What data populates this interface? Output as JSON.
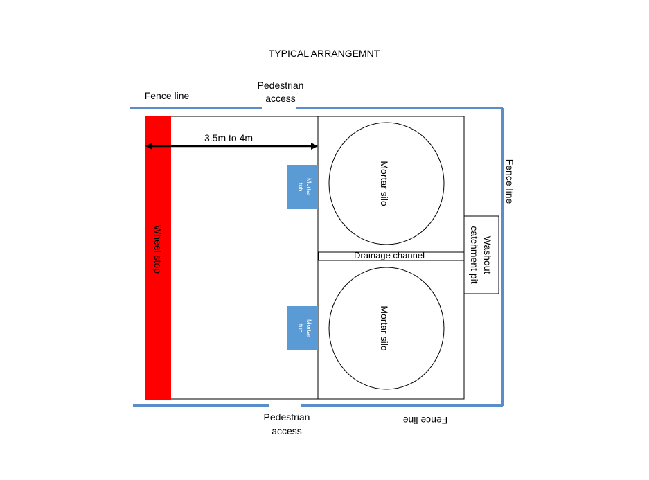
{
  "title": "TYPICAL ARRANGEMNT",
  "labels": {
    "fence_top": "Fence line",
    "fence_right": "Fence line",
    "fence_bottom": "Fence line",
    "pedestrian_top_line1": "Pedestrian",
    "pedestrian_top_line2": "access",
    "pedestrian_bottom_line1": "Pedestrian",
    "pedestrian_bottom_line2": "access",
    "dimension": "3.5m to 4m",
    "wheel_stop": "Wheel stop",
    "silo_top": "Mortar silo",
    "silo_bottom": "Mortar silo",
    "tub_top_line1": "Mortar",
    "tub_top_line2": "tub",
    "tub_bottom_line1": "Mortar",
    "tub_bottom_line2": "tub",
    "drainage": "Drainage channel",
    "washout_line1": "Washout",
    "washout_line2": "catchment pit"
  },
  "colors": {
    "fence": "#5b8ec9",
    "wheel_stop": "#ff0000",
    "tub": "#5b9bd5",
    "outline": "#000000"
  }
}
